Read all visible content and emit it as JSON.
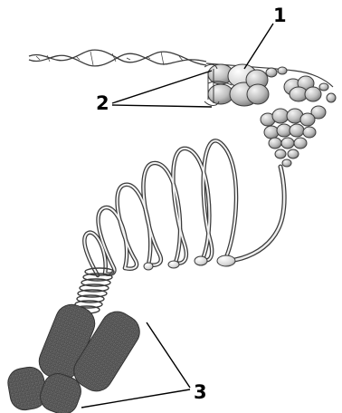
{
  "labels": {
    "one": "1",
    "two": "2",
    "three": "3"
  },
  "colors": {
    "ink": "#3a3a3a",
    "leader": "#000000",
    "bead_fill": "#cfcfcf",
    "bead_shade": "#9a9a9a",
    "chromatid_dark": "#4a4a4a",
    "chromatid_mid": "#6b6b6b"
  }
}
